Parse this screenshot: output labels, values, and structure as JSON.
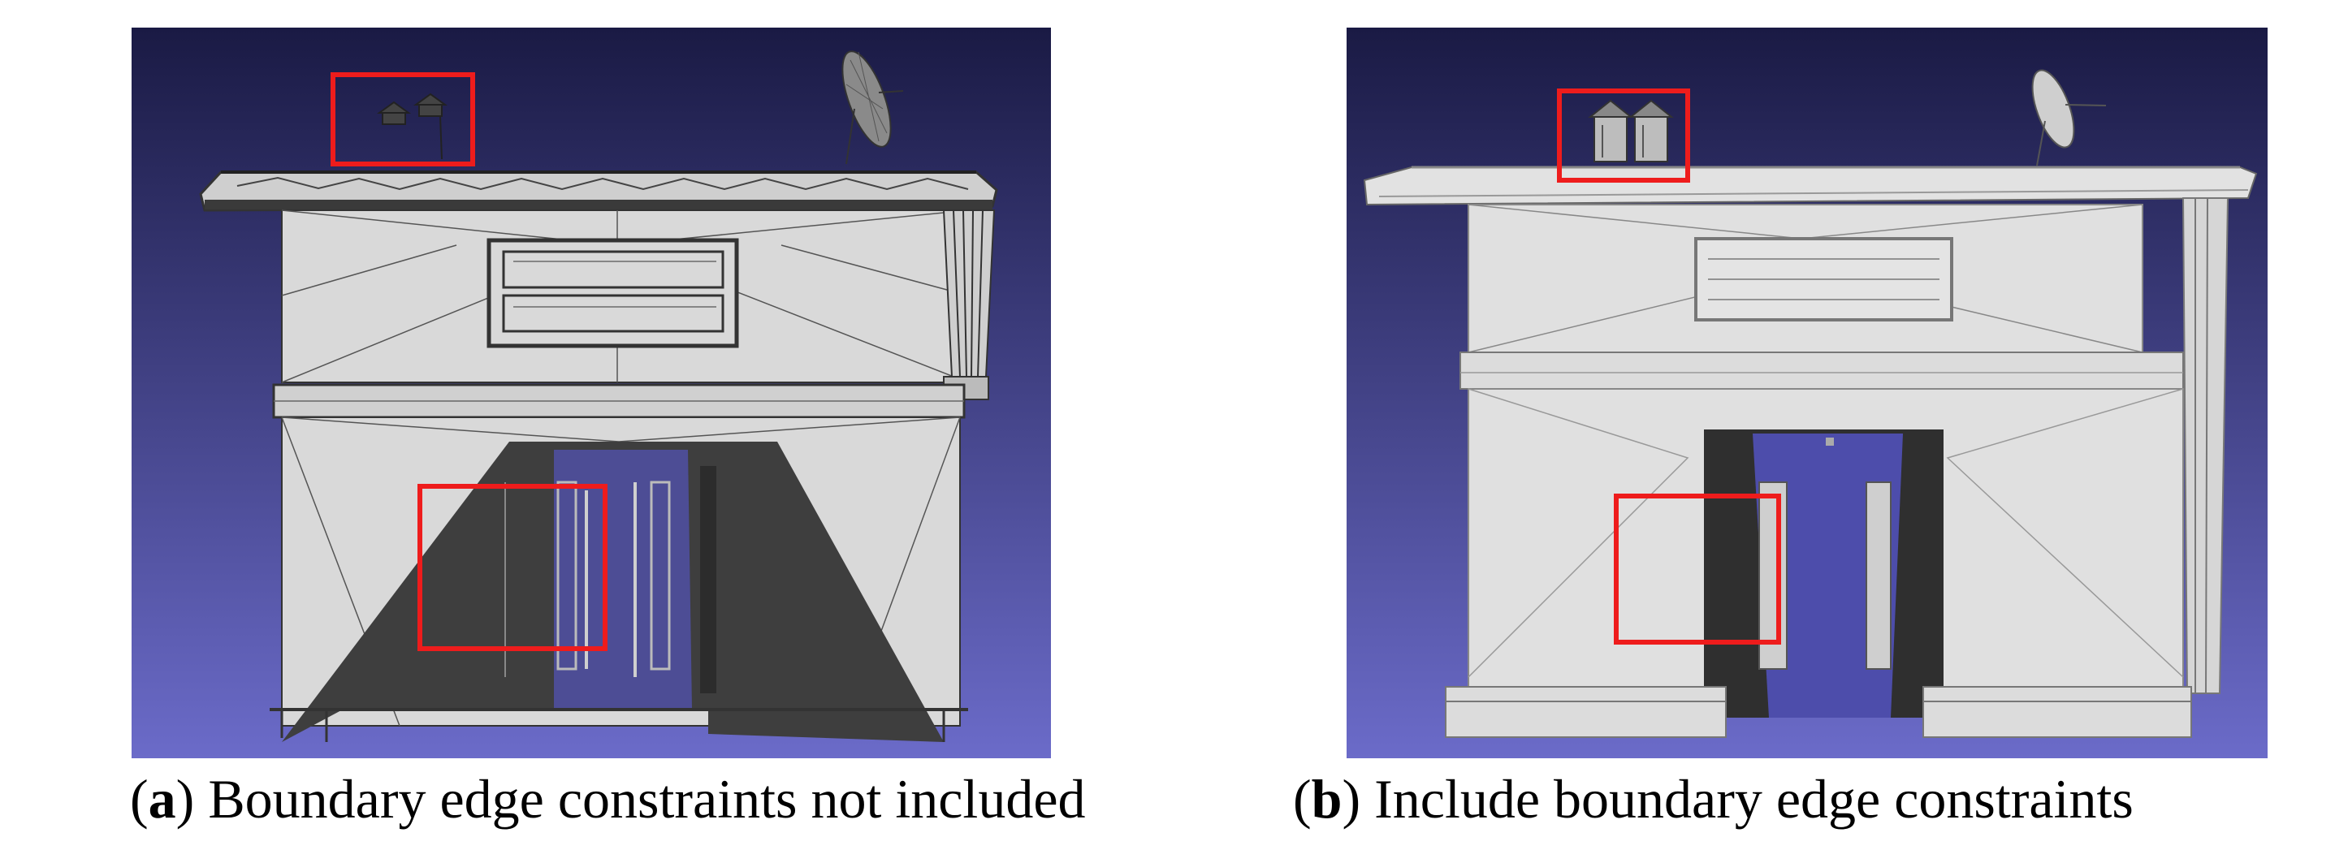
{
  "figure": {
    "panels": [
      {
        "id": "a",
        "caption_open": "(",
        "caption_label": "a",
        "caption_close": ")",
        "caption_text": " Boundary edge constraints not included"
      },
      {
        "id": "b",
        "caption_open": "(",
        "caption_label": "b",
        "caption_close": ")",
        "caption_text": " Include boundary edge constraints"
      }
    ],
    "colors": {
      "background_top": "#1a1a44",
      "background_bottom": "#6a6ac8",
      "wall": "#d9d9d9",
      "shadow": "#444444",
      "wire": "#555555",
      "highlight": "#ee1c1c"
    }
  }
}
